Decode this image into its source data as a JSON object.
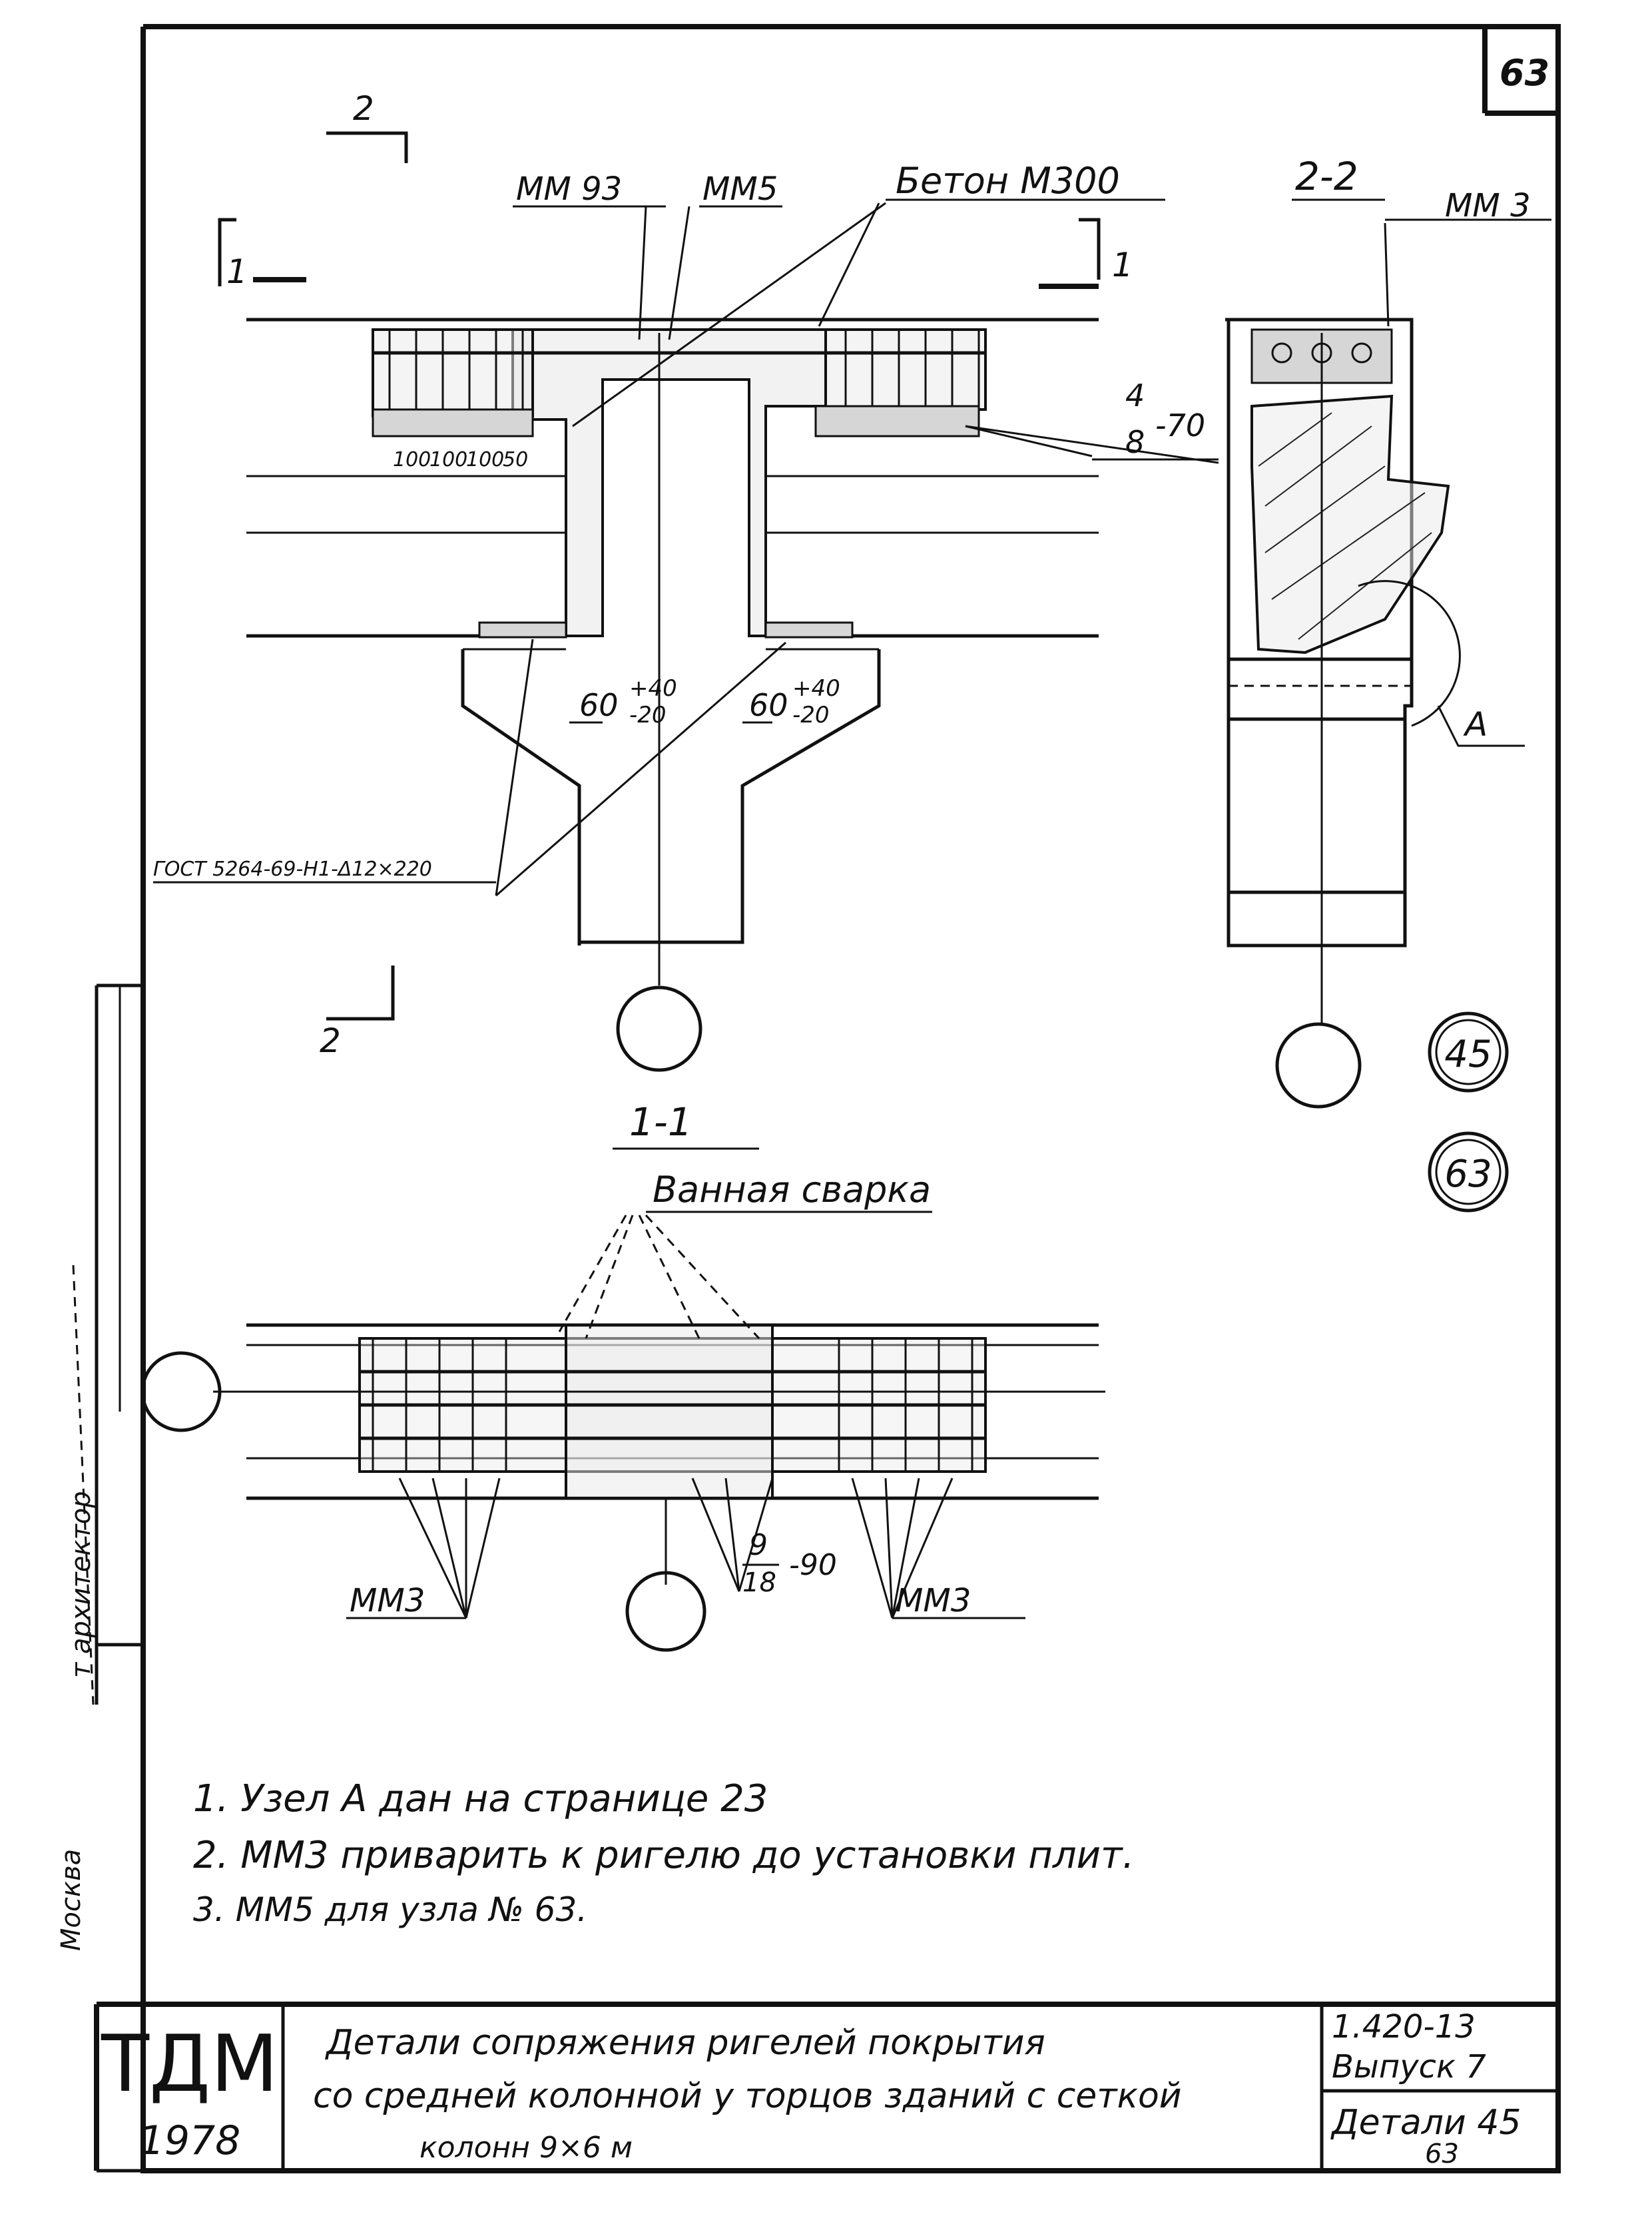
{
  "sheet": {
    "page_number": "63",
    "year": "1978",
    "logo_text": "ТДМ"
  },
  "title_block": {
    "title_line1": "Детали сопряжения ригелей покрытия",
    "title_line2": "со средней колонной у торцов зданий с сеткой",
    "title_line3": "колонн 9×6 м",
    "series": "1.420-13",
    "issue": "Выпуск 7",
    "details_label": "Детали 45",
    "details_sub": "63"
  },
  "margin_stamp": {
    "text1": "т архитектор",
    "text2": "Москва"
  },
  "labels": {
    "mm93": "ММ 93",
    "mm5": "ММ5",
    "concrete": "Бетон М300",
    "dim_100a": "100",
    "dim_100b": "100",
    "dim_100c": "100",
    "dim_50": "50",
    "weld_top_num": "4",
    "weld_top_den": "8",
    "weld_top_len": "-70",
    "gap_left": "60",
    "gap_left_up": "+40",
    "gap_left_down": "-20",
    "gap_right": "60",
    "gap_right_up": "+40",
    "gap_right_down": "-20",
    "gost": "ГОСТ 5264-69-Н1-Δ12×220",
    "bath_weld": "Ванная сварка",
    "mm3_left": "ММ3",
    "mm3_right": "ММ3",
    "mm3_sec": "ММ 3",
    "weld_bot_num": "9",
    "weld_bot_den": "18",
    "weld_bot_len": "-90",
    "node_a": "А",
    "sec_2_2": "2-2",
    "sec_1_1": "1-1",
    "cut_1": "1",
    "cut_2": "2",
    "detail_45": "45",
    "detail_63": "63"
  },
  "notes": [
    "1. Узел А дан на странице 23",
    "2. ММ3 приварить к ригелю до установки плит.",
    "3. ММ5 для узла № 63."
  ]
}
